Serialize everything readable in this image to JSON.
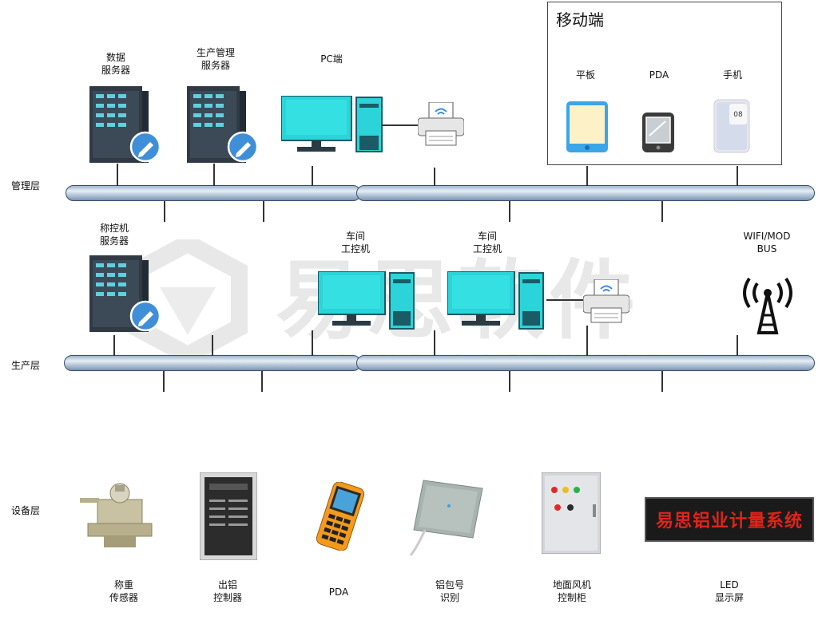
{
  "layers": {
    "management": "管理层",
    "production": "生产层",
    "equipment": "设备层"
  },
  "mobile": {
    "title": "移动端",
    "tablet": "平板",
    "pda": "PDA",
    "phone": "手机"
  },
  "management_nodes": {
    "data_server": "数据\n服务器",
    "prod_mgmt_server": "生产管理\n服务器",
    "pc": "PC端"
  },
  "production_nodes": {
    "scale_server": "称控机\n服务器",
    "workshop_pc_1": "车间\n工控机",
    "workshop_pc_2": "车间\n工控机",
    "wifi": "WIFI/MOD\nBUS"
  },
  "equipment": {
    "load_cell": "称重\n传感器",
    "casting_ctrl": "出铝\n控制器",
    "pda": "PDA",
    "ladle_id": "铝包号\n识别",
    "fan_ctrl": "地面风机\n控制柜",
    "led": "LED\n显示屏",
    "led_text": "易思铝业计量系统"
  },
  "watermark": {
    "cn": "易思软件",
    "en": "EOSINE SOFTWARE"
  },
  "colors": {
    "bus": "#b3c5d8",
    "monitor": "#2ad4d9",
    "server": "#2f3a45",
    "led_text": "#e0241b"
  }
}
